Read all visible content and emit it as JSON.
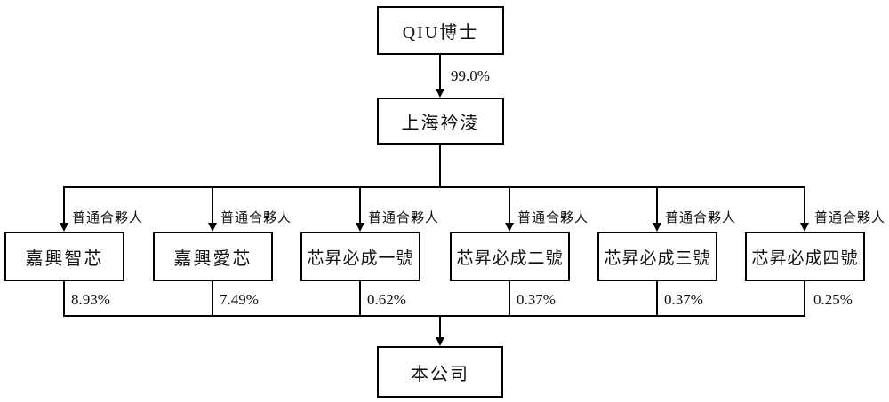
{
  "diagram": {
    "title_implicit": "equity ownership structure chart",
    "line_color": "#000000",
    "background_color": "#ffffff",
    "top_node": {
      "label": "QIU博士"
    },
    "top_ownership_pct": "99.0%",
    "mid_node": {
      "label": "上海衿淩"
    },
    "partner_label": "普通合夥人",
    "entities": [
      {
        "name": "嘉興智芯",
        "pct": "8.93%"
      },
      {
        "name": "嘉興愛芯",
        "pct": "7.49%"
      },
      {
        "name": "芯昇必成一號",
        "pct": "0.62%"
      },
      {
        "name": "芯昇必成二號",
        "pct": "0.37%"
      },
      {
        "name": "芯昇必成三號",
        "pct": "0.37%"
      },
      {
        "name": "芯昇必成四號",
        "pct": "0.25%"
      }
    ],
    "bottom_node": {
      "label": "本公司"
    }
  }
}
